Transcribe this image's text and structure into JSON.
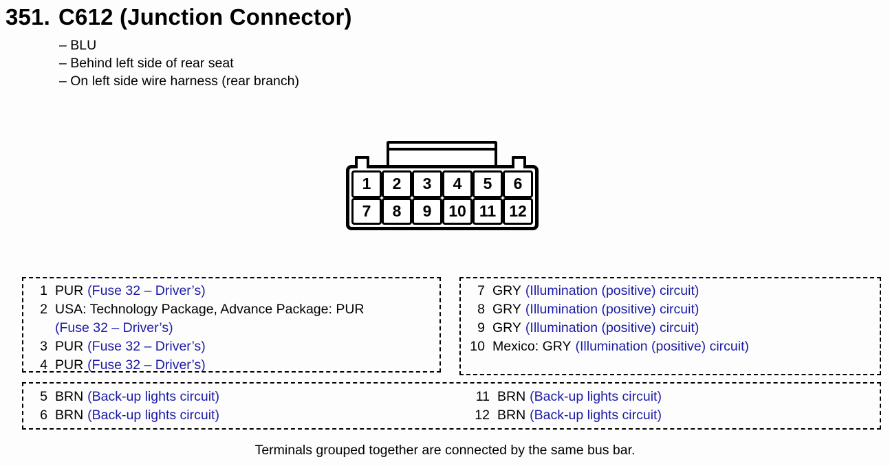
{
  "header": {
    "number": "351.",
    "title": "C612 (Junction Connector)",
    "notes": [
      "– BLU",
      "– Behind left side of rear seat",
      "– On left side wire harness (rear branch)"
    ]
  },
  "connector": {
    "pins": [
      "1",
      "2",
      "3",
      "4",
      "5",
      "6",
      "7",
      "8",
      "9",
      "10",
      "11",
      "12"
    ]
  },
  "groups": {
    "fuse": {
      "entries": [
        {
          "pin": "1",
          "label": "PUR",
          "circuit": "(Fuse 32 – Driver’s)"
        },
        {
          "pin": "2",
          "label": "USA: Technology Package, Advance Package: PUR",
          "circuit": "(Fuse 32 – Driver’s)"
        },
        {
          "pin": "3",
          "label": "PUR",
          "circuit": "(Fuse 32 – Driver’s)"
        },
        {
          "pin": "4",
          "label": "PUR",
          "circuit": "(Fuse 32 – Driver’s)"
        }
      ]
    },
    "illumination": {
      "entries": [
        {
          "pin": "7",
          "label": "GRY",
          "circuit": "(Illumination (positive) circuit)"
        },
        {
          "pin": "8",
          "label": "GRY",
          "circuit": "(Illumination (positive) circuit)"
        },
        {
          "pin": "9",
          "label": "GRY",
          "circuit": "(Illumination (positive) circuit)"
        },
        {
          "pin": "10",
          "label": "Mexico: GRY",
          "circuit": "(Illumination (positive) circuit)"
        }
      ]
    },
    "backup": {
      "left": [
        {
          "pin": "5",
          "label": "BRN",
          "circuit": "(Back-up lights circuit)"
        },
        {
          "pin": "6",
          "label": "BRN",
          "circuit": "(Back-up lights circuit)"
        }
      ],
      "right": [
        {
          "pin": "11",
          "label": "BRN",
          "circuit": "(Back-up lights circuit)"
        },
        {
          "pin": "12",
          "label": "BRN",
          "circuit": "(Back-up lights circuit)"
        }
      ]
    }
  },
  "footer": {
    "note": "Terminals grouped together are connected by the same bus bar."
  },
  "colors": {
    "circuit_blue": "#1a1aa6",
    "ink": "#000000"
  }
}
